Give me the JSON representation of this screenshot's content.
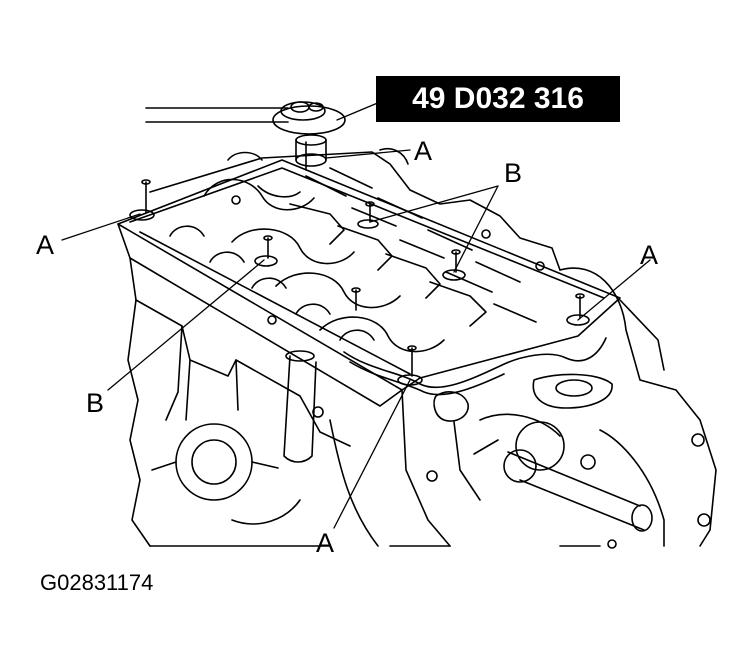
{
  "tool_number": "49 D032 316",
  "figure_code": "G02831174",
  "labels": {
    "a": "A",
    "b": "B"
  },
  "icons": {
    "tool": "special-tool-icon",
    "engine": "engine-block-icon"
  }
}
